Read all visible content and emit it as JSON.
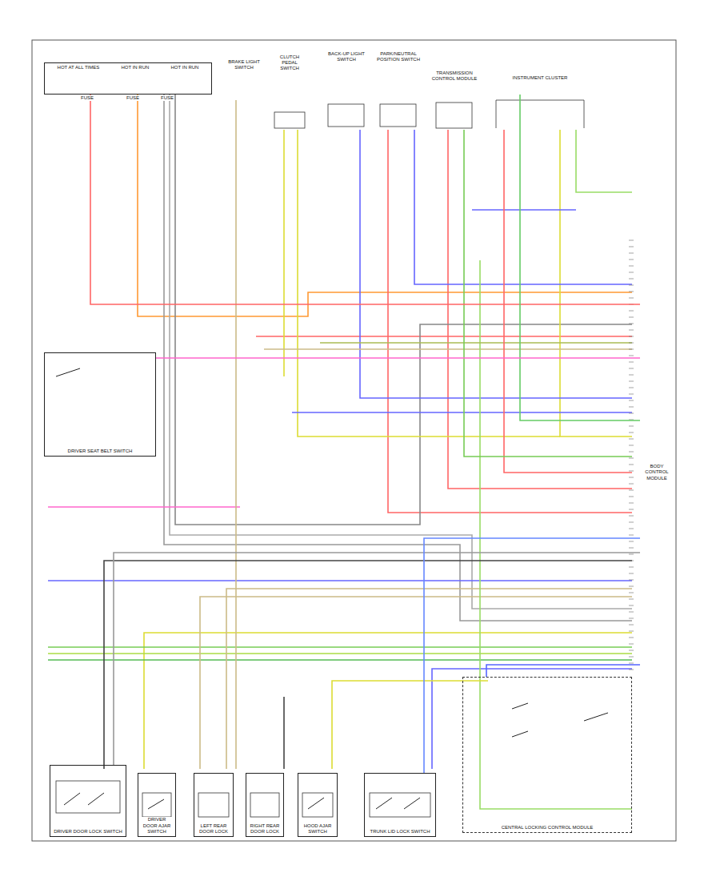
{
  "diagram": {
    "nodes": [
      {
        "text": [
          "HOT AT ALL TIMES",
          "HOT IN RUN",
          "HOT IN RUN"
        ]
      },
      {
        "text": [
          "BRAKE LIGHT SWITCH"
        ]
      },
      {
        "text": [
          "CLUTCH PEDAL SWITCH"
        ]
      },
      {
        "text": [
          "BACK-UP LIGHT SWITCH"
        ]
      },
      {
        "text": [
          "PARK/NEUTRAL POSITION SWITCH"
        ]
      },
      {
        "text": [
          "TRANSMISSION CONTROL MODULE"
        ]
      },
      {
        "text": [
          "INSTRUMENT CLUSTER"
        ]
      },
      {
        "text": [
          "DRIVER SEAT BELT SWITCH"
        ]
      },
      {
        "text": [
          "BODY CONTROL MODULE"
        ]
      },
      {
        "text": [
          "DRIVER DOOR LOCK SWITCH"
        ]
      },
      {
        "text": [
          "DRIVER DOOR AJAR SWITCH"
        ]
      },
      {
        "text": [
          "LEFT REAR DOOR LOCK"
        ]
      },
      {
        "text": [
          "RIGHT REAR DOOR LOCK"
        ]
      },
      {
        "text": [
          "HOOD AJAR SWITCH"
        ]
      },
      {
        "text": [
          "TRUNK LID LOCK SWITCH"
        ]
      },
      {
        "text": [
          "CENTRAL LOCKING CONTROL MODULE"
        ]
      }
    ],
    "edges": [
      {
        "from": 0,
        "to": 8,
        "arrow": "none"
      },
      {
        "from": 6,
        "to": 8,
        "arrow": "none"
      },
      {
        "from": 7,
        "to": 8,
        "arrow": "none"
      },
      {
        "from": 9,
        "to": 8,
        "arrow": "none"
      },
      {
        "from": 14,
        "to": 8,
        "arrow": "none"
      },
      {
        "from": 15,
        "to": 8,
        "arrow": "none"
      }
    ],
    "labels": [
      "FUSE",
      "FUSE",
      "FUSE"
    ]
  }
}
